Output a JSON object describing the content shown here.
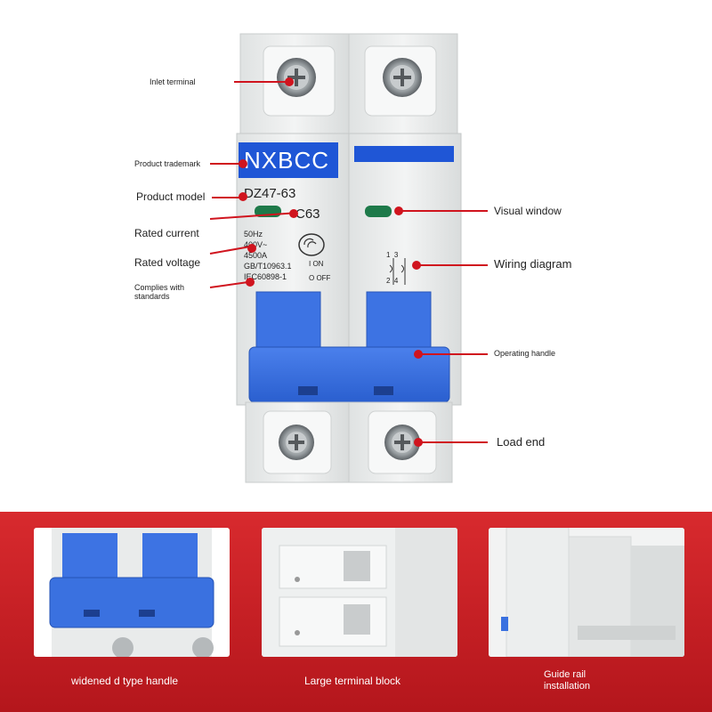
{
  "product": {
    "brand": "NXBCC",
    "model": "DZ47-63",
    "rating": "C63",
    "freq": "50Hz",
    "voltage": "400V~",
    "breaking": "4500A",
    "std1": "GB/T10963.1",
    "std2": "IEC60898-1",
    "on_label": "I ON",
    "off_label": "O OFF",
    "wiring_top": "1  3",
    "wiring_bottom": "2  4"
  },
  "callouts": {
    "inlet_terminal": "Inlet terminal",
    "product_trademark": "Product trademark",
    "product_model": "Product model",
    "rated_current": "Rated current",
    "rated_voltage": "Rated voltage",
    "complies_with_standards": "Complies with standards",
    "visual_window": "Visual window",
    "wiring_diagram": "Wiring diagram",
    "operating_handle": "Operating handle",
    "load_end": "Load end"
  },
  "features": [
    {
      "caption": "widened d type handle"
    },
    {
      "caption": "Large terminal block"
    },
    {
      "caption": "Guide rail installation"
    }
  ],
  "colors": {
    "accent_red": "#d0141e",
    "brand_blue": "#1f56d6",
    "handle_blue": "#3a71e0",
    "body_grey": "#ebeded",
    "indicator_green": "#1e7a4a"
  }
}
